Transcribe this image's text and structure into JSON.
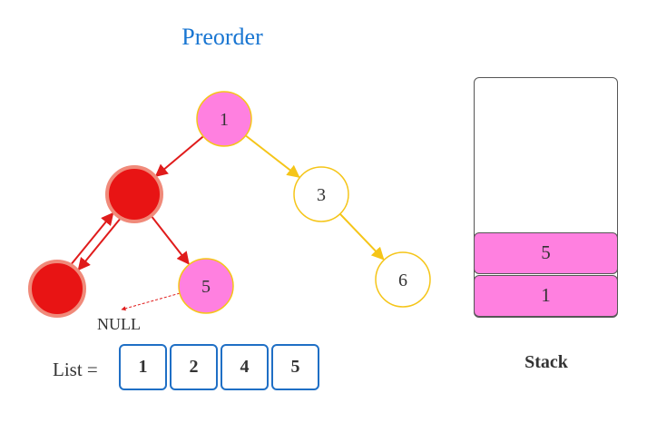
{
  "title": "Preorder",
  "tree": {
    "nodes": [
      {
        "id": "n1",
        "label": "1",
        "state": "visited"
      },
      {
        "id": "n2",
        "label": "",
        "state": "current"
      },
      {
        "id": "n3",
        "label": "3",
        "state": "unvisited"
      },
      {
        "id": "n4",
        "label": "",
        "state": "current"
      },
      {
        "id": "n5",
        "label": "5",
        "state": "visited"
      },
      {
        "id": "n6",
        "label": "6",
        "state": "unvisited"
      }
    ],
    "edges": [
      {
        "from": "n1",
        "to": "n2",
        "color": "red"
      },
      {
        "from": "n1",
        "to": "n3",
        "color": "yellow"
      },
      {
        "from": "n2",
        "to": "n4",
        "color": "red"
      },
      {
        "from": "n4",
        "to": "n2",
        "color": "red"
      },
      {
        "from": "n2",
        "to": "n5",
        "color": "red"
      },
      {
        "from": "n3",
        "to": "n6",
        "color": "yellow"
      },
      {
        "from": "n5",
        "to": "null",
        "color": "red",
        "style": "dashed"
      }
    ],
    "null_label": "NULL"
  },
  "list": {
    "label": "List =",
    "items": [
      "1",
      "2",
      "4",
      "5"
    ]
  },
  "stack": {
    "label": "Stack",
    "items": [
      "5",
      "1"
    ]
  },
  "colors": {
    "title": "#1976d2",
    "visited_fill": "#ff80e0",
    "current_fill": "#e81414",
    "current_stroke": "#f08a7a",
    "unvisited_stroke": "#f5c518",
    "red_edge": "#e01b1b",
    "yellow_edge": "#f5c518",
    "list_border": "#1f6fc5",
    "stack_fill": "#ff80e0"
  }
}
